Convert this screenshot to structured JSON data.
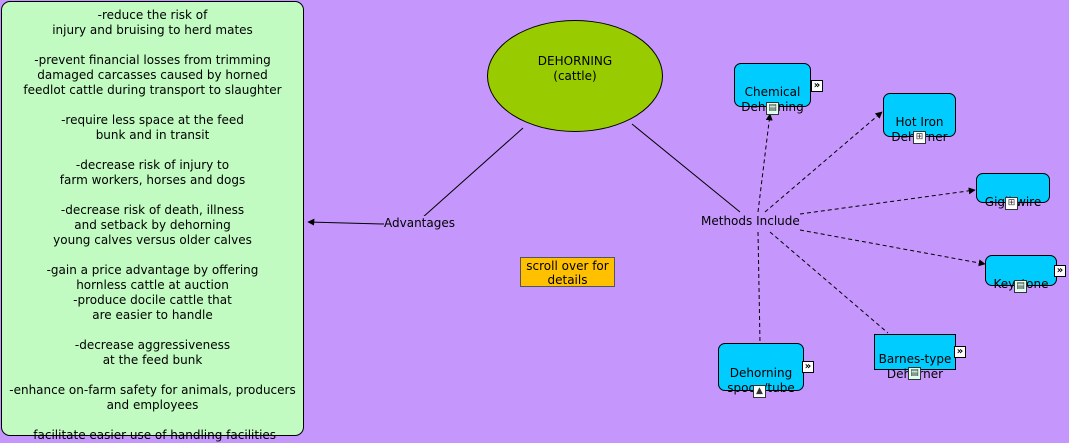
{
  "advantages": [
    "-reduce the risk of\ninjury and bruising to herd mates",
    "-prevent financial losses from trimming\ndamaged carcasses caused by horned\nfeedlot cattle during transport to slaughter",
    "-require less space at the feed\nbunk and in transit",
    "-decrease risk of injury to\nfarm workers, horses and dogs",
    "-decrease risk of death, illness\nand setback by dehorning\nyoung calves versus older calves",
    "-gain a price advantage by offering\nhornless cattle at auction\n-produce docile cattle that\nare easier to handle",
    "-decrease aggressiveness\nat the feed bunk",
    "-enhance on-farm safety for animals, producers\nand employees",
    "-facilitate easier use of handling facilities"
  ],
  "main_concept": "DEHORNING\n(cattle)",
  "link_advantages": "Advantages",
  "link_methods": "Methods Include",
  "note": "scroll over for\ndetails",
  "methods": {
    "chemical": "Chemical\nDehorning",
    "hot_iron": "Hot Iron\nDehorner",
    "gigli": "Gigli-wire",
    "keystone": "Keystone",
    "barnes": "Barnes-type\nDehorner",
    "spoon": "Dehorning\nspoon/tube"
  },
  "colors": {
    "background": "#c597fc",
    "advantages_box": "#c1fbc1",
    "main_concept": "#99cc00",
    "method_node": "#00ccff",
    "note": "#ffc000"
  }
}
